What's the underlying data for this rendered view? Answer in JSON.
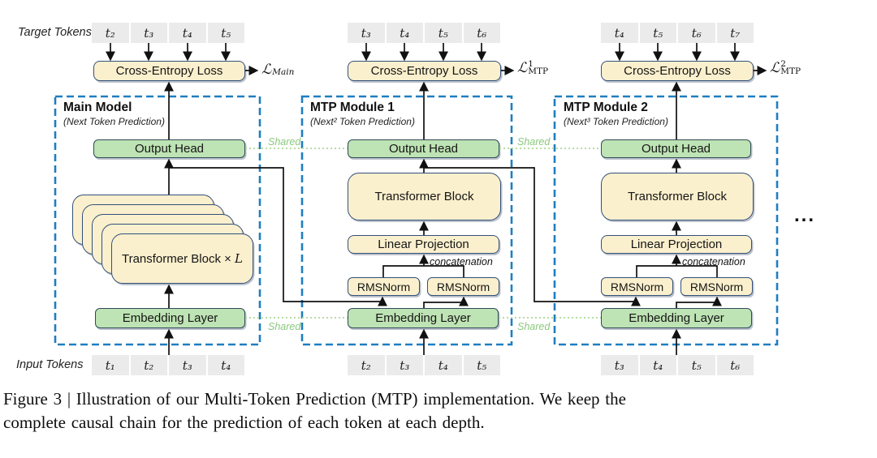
{
  "figure": {
    "caption_line1": "Figure 3 | Illustration of our Multi-Token Prediction (MTP) implementation.  We keep the",
    "caption_line2": "complete causal chain for the prediction of each token at each depth."
  },
  "labels": {
    "target_tokens": "Target Tokens",
    "input_tokens": "Input Tokens",
    "shared": "Shared",
    "ellipsis": "..."
  },
  "colors": {
    "block_fill_yellow": "#FBF0CD",
    "block_fill_green": "#BEE3B4",
    "block_border": "#32507B",
    "module_dashed_border": "#1F7EC0",
    "shared_green": "#8CC87E",
    "token_gray": "#EBEBEB",
    "arrow_black": "#111111"
  },
  "modules": [
    {
      "title": "Main Model",
      "subtitle": "(Next Token Prediction)",
      "target_tokens": [
        "t₂",
        "t₃",
        "t₄",
        "t₅"
      ],
      "input_tokens": [
        "t₁",
        "t₂",
        "t₃",
        "t₄"
      ],
      "cross_entropy": "Cross-Entropy Loss",
      "loss": {
        "symbol": "ℒ",
        "sup": "",
        "sub": "Main"
      },
      "output_head": "Output Head",
      "transformer_stack_prefix": "Transformer Block × ",
      "transformer_stack_var": "L",
      "embedding": "Embedding Layer"
    },
    {
      "title": "MTP Module 1",
      "subtitle": "(Next² Token Prediction)",
      "target_tokens": [
        "t₃",
        "t₄",
        "t₅",
        "t₆"
      ],
      "input_tokens": [
        "t₂",
        "t₃",
        "t₄",
        "t₅"
      ],
      "cross_entropy": "Cross-Entropy Loss",
      "loss": {
        "symbol": "ℒ",
        "sup": "1",
        "sub": "MTP"
      },
      "output_head": "Output Head",
      "transformer": "Transformer Block",
      "linear": "Linear Projection",
      "rmsnorm_left": "RMSNorm",
      "rmsnorm_right": "RMSNorm",
      "concatenation": "concatenation",
      "embedding": "Embedding Layer"
    },
    {
      "title": "MTP Module 2",
      "subtitle": "(Next³ Token Prediction)",
      "target_tokens": [
        "t₄",
        "t₅",
        "t₆",
        "t₇"
      ],
      "input_tokens": [
        "t₃",
        "t₄",
        "t₅",
        "t₆"
      ],
      "cross_entropy": "Cross-Entropy Loss",
      "loss": {
        "symbol": "ℒ",
        "sup": "2",
        "sub": "MTP"
      },
      "output_head": "Output Head",
      "transformer": "Transformer Block",
      "linear": "Linear Projection",
      "rmsnorm_left": "RMSNorm",
      "rmsnorm_right": "RMSNorm",
      "concatenation": "concatenation",
      "embedding": "Embedding Layer"
    }
  ]
}
